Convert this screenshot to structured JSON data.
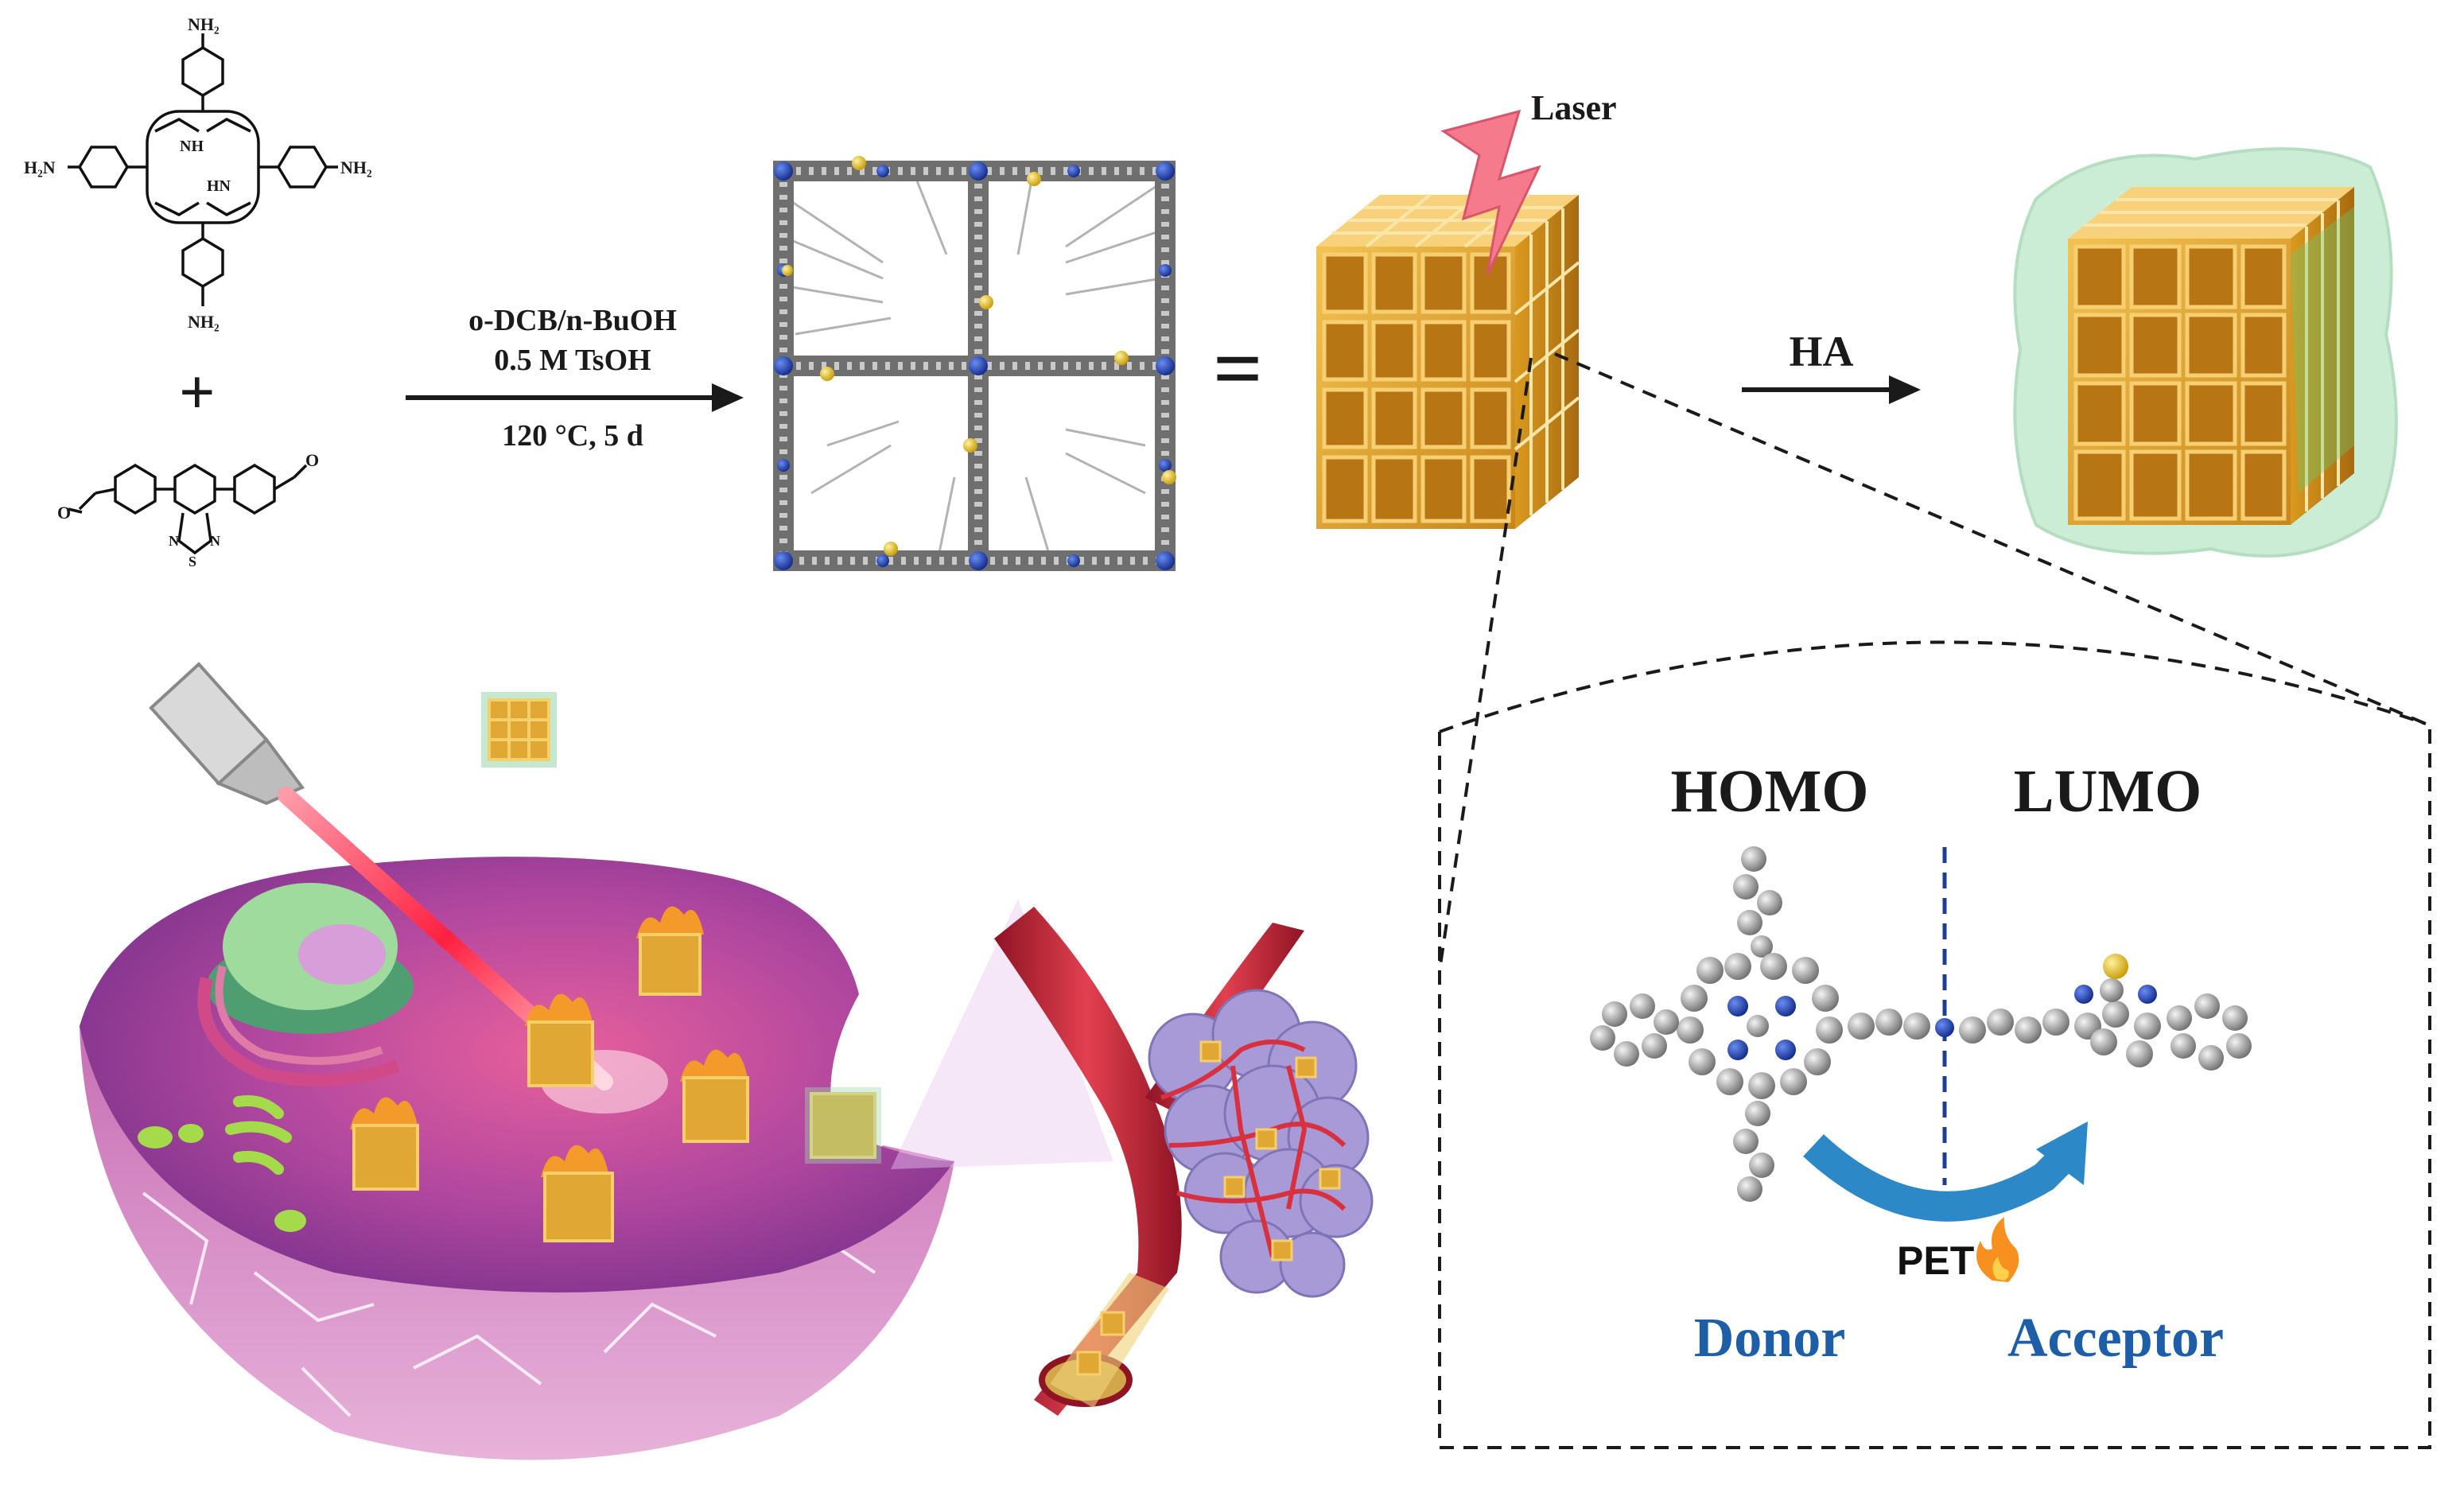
{
  "reactants": {
    "porphyrin_labels": {
      "top_nh2": "NH₂",
      "left_nh2": "H₂N",
      "right_nh2": "NH₂",
      "bottom_nh2": "NH₂",
      "nh": "NH",
      "hn": "HN"
    },
    "plus_sign": "+"
  },
  "reaction": {
    "solvent": "o-DCB/n-BuOH",
    "acid": "0.5 M TsOH",
    "conditions": "120 °C, 5 d"
  },
  "equals_sign": "=",
  "laser_label": "Laser",
  "ha_label": "HA",
  "inset": {
    "homo_label": "HOMO",
    "lumo_label": "LUMO",
    "pet_label": "PET",
    "donor_label": "Donor",
    "acceptor_label": "Acceptor"
  },
  "colors": {
    "cof_gold": "#d99a1e",
    "ha_green": "#6cc48a",
    "laser_pink": "#f47a8c",
    "pet_arrow_blue": "#2c88c6",
    "label_blue": "#1e5ea8",
    "cell_purple": "#8a3fa0",
    "vessel_red": "#c8283a"
  }
}
